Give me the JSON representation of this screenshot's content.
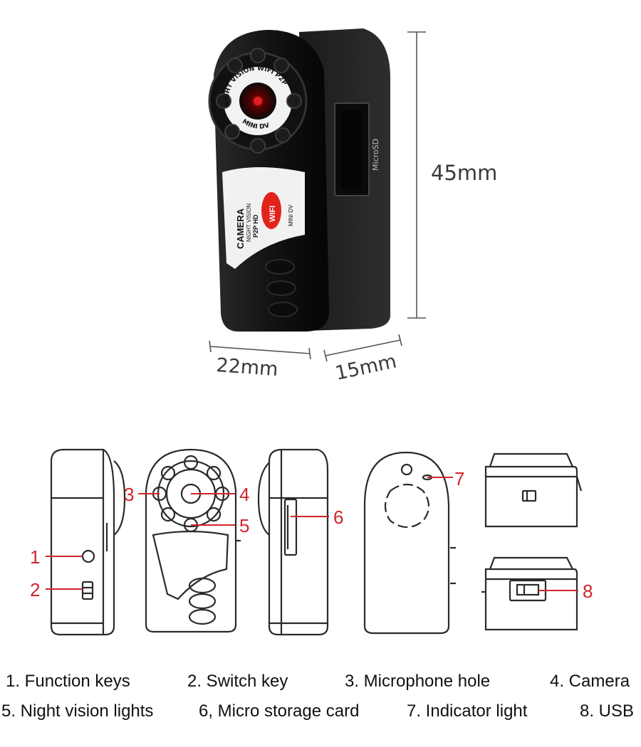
{
  "product_photo": {
    "face_ring_text_top": "NIGHT VISION   WIFI P2P",
    "face_ring_text_bottom": "MINI DV",
    "badge_main": "CAMERA",
    "badge_line1": "NIGHT VISION",
    "badge_line2": "P2P HD",
    "badge_wifi": "WIFI",
    "badge_mini": "MINI DV",
    "side_label": "MicroSD"
  },
  "dimensions": {
    "height": "45mm",
    "width": "22mm",
    "depth": "15mm"
  },
  "callouts": [
    "1",
    "2",
    "3",
    "4",
    "5",
    "6",
    "7",
    "8"
  ],
  "legend": {
    "row1": [
      "1. Function keys",
      "2. Switch key",
      "3. Microphone hole",
      "4. Camera"
    ],
    "row2": [
      "5. Night vision lights",
      "6, Micro storage card",
      "7. Indicator light",
      "8. USB"
    ]
  },
  "colors": {
    "callout": "#d0262b",
    "body": "#141414",
    "badge_red": "#e2231a"
  }
}
